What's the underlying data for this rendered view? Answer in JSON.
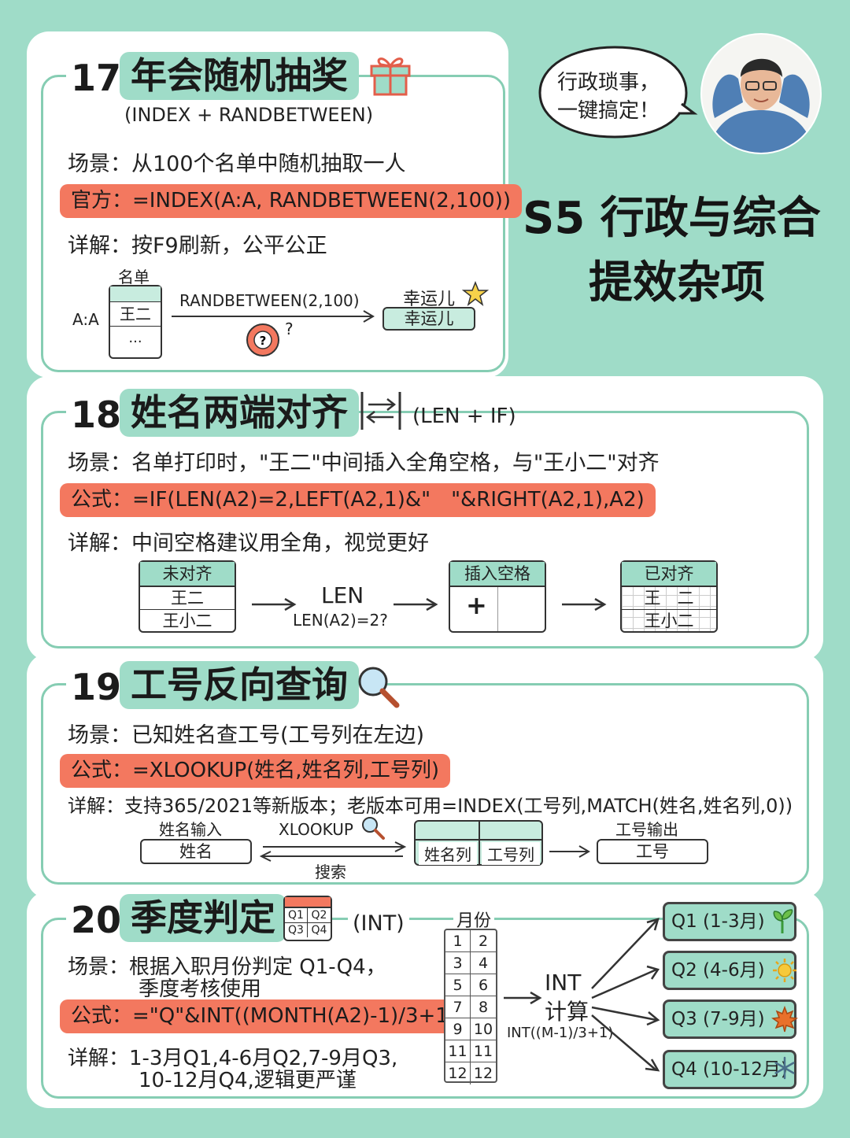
{
  "header": {
    "speech": [
      "行政琐事，",
      "一键搞定！"
    ],
    "heading_line1": "S5 行政与综合",
    "heading_line2": "提效杂项"
  },
  "sections": [
    {
      "number": "17",
      "title": "年会随机抽奖",
      "subtitle": "(INDEX + RANDBETWEEN)",
      "scene": "场景：从100个名单中随机抽取一人",
      "formula": "官方：=INDEX(A:A, RANDBETWEEN(2,100))",
      "detail": "详解：按F9刷新，公平公正",
      "diagram": {
        "list_label": "名单",
        "col_label": "A:A",
        "cell1": "王二",
        "cell2": "...",
        "func": "RANDBETWEEN(2,100)",
        "q": "?",
        "result_label": "幸运儿",
        "result_box": "幸运儿"
      }
    },
    {
      "number": "18",
      "title": "姓名两端对齐",
      "subtitle": "(LEN + IF)",
      "scene": "场景：名单打印时，\"王二\"中间插入全角空格，与\"王小二\"对齐",
      "formula": "公式：=IF(LEN(A2)=2,LEFT(A2,1)&\"　\"&RIGHT(A2,1),A2)",
      "detail": "详解：中间空格建议用全角，视觉更好",
      "diagram": {
        "t1_header": "未对齐",
        "t1_rows": [
          "王二",
          "王小二"
        ],
        "len_label": "LEN",
        "len_sub": "LEN(A2)=2?",
        "t2_header": "插入空格",
        "t2_plus": "+",
        "t3_header": "已对齐",
        "t3_rows": [
          "王　二",
          "王小二"
        ]
      }
    },
    {
      "number": "19",
      "title": "工号反向查询",
      "scene": "场景：已知姓名查工号(工号列在左边)",
      "formula": "公式：=XLOOKUP(姓名,姓名列,工号列)",
      "detail": "详解：支持365/2021等新版本；老版本可用=INDEX(工号列,MATCH(姓名,姓名列,0))",
      "diagram": {
        "in_label": "姓名输入",
        "in_box": "姓名",
        "func": "XLOOKUP",
        "search": "搜索",
        "col1": "姓名列",
        "col2": "工号列",
        "out_label": "工号输出",
        "out_box": "工号"
      }
    },
    {
      "number": "20",
      "title": "季度判定",
      "subtitle": "(INT)",
      "calendar": [
        "Q1",
        "Q2",
        "Q3",
        "Q4"
      ],
      "scene_line1": "场景：根据入职月份判定 Q1-Q4，",
      "scene_line2": "季度考核使用",
      "formula": "公式：=\"Q\"&INT((MONTH(A2)-1)/3+1)",
      "detail_line1": "详解：1-3月Q1,4-6月Q2,7-9月Q3,",
      "detail_line2": "10-12月Q4,逻辑更严谨",
      "month_label": "月份",
      "months": [
        [
          "1",
          "2"
        ],
        [
          "3",
          "4"
        ],
        [
          "5",
          "6"
        ],
        [
          "7",
          "8"
        ],
        [
          "9",
          "10"
        ],
        [
          "11",
          "11"
        ],
        [
          "12",
          "12"
        ]
      ],
      "int_label1": "INT",
      "int_label2": "计算",
      "int_formula": "INT((M-1)/3+1)",
      "quarters": [
        "Q1 (1-3月)",
        "Q2 (4-6月)",
        "Q3 (7-9月)",
        "Q4 (10-12月)"
      ]
    }
  ]
}
